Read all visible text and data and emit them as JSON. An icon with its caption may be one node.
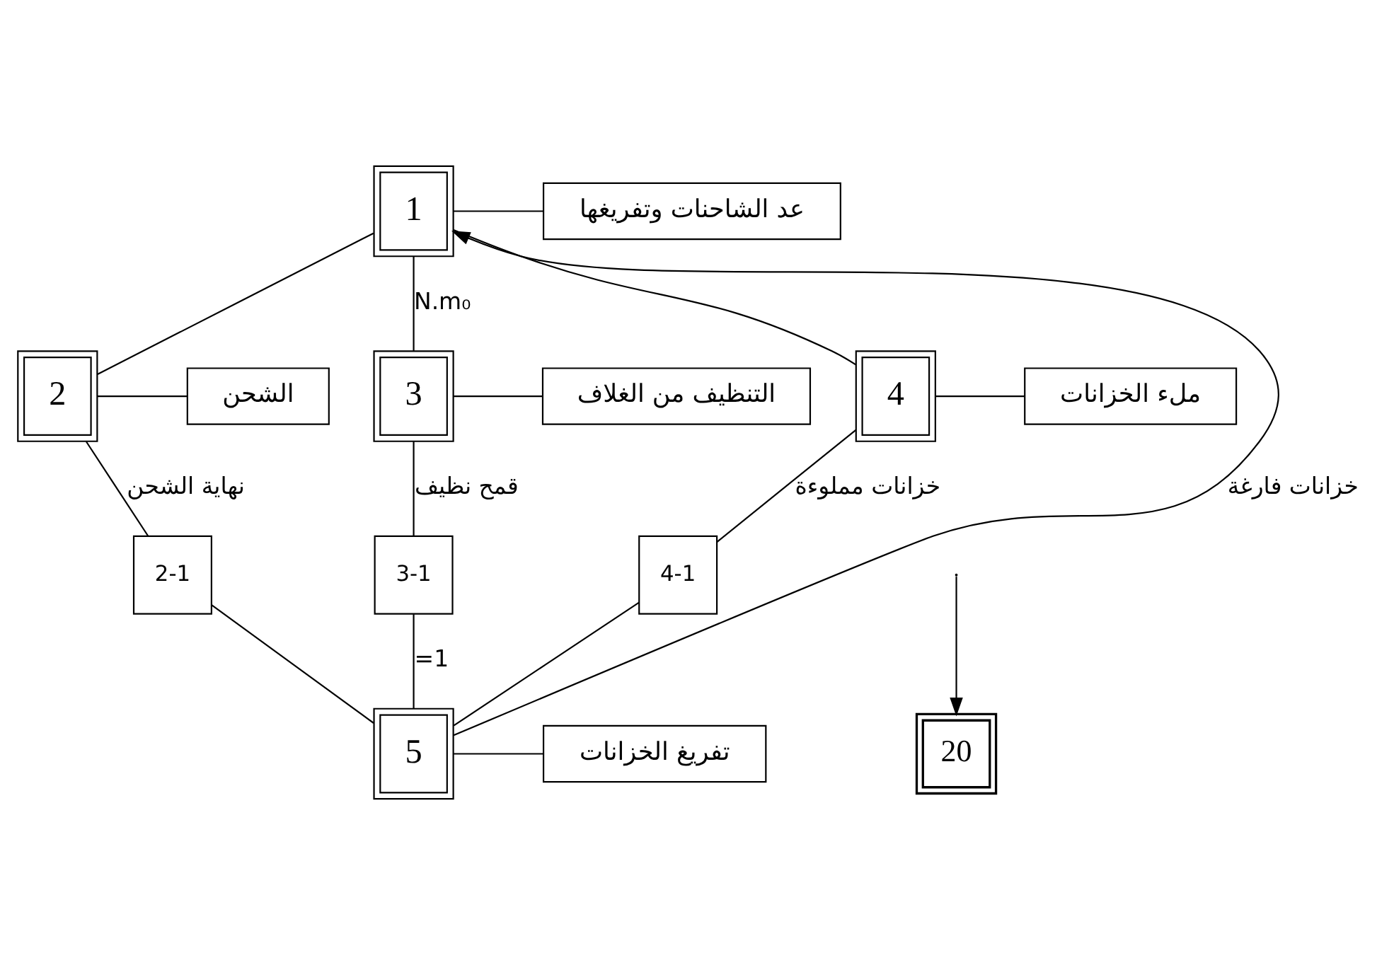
{
  "diagram": {
    "nodes": [
      {
        "text": [
          "1"
        ]
      },
      {
        "text": [
          "عد الشاحنات وتفريغها"
        ]
      },
      {
        "text": [
          "2"
        ]
      },
      {
        "text": [
          "الشحن"
        ]
      },
      {
        "text": [
          "3"
        ]
      },
      {
        "text": [
          "التنظيف من الغلاف"
        ]
      },
      {
        "text": [
          "4"
        ]
      },
      {
        "text": [
          "ملء الخزانات"
        ]
      },
      {
        "text": [
          "2-1"
        ]
      },
      {
        "text": [
          "3-1"
        ]
      },
      {
        "text": [
          "4-1"
        ]
      },
      {
        "text": [
          "5"
        ]
      },
      {
        "text": [
          "تفريغ الخزانات"
        ]
      },
      {
        "text": [
          "20"
        ]
      }
    ],
    "edges": [
      {
        "from": 0,
        "to": 1,
        "arrow": "none"
      },
      {
        "from": 0,
        "to": 2,
        "arrow": "none"
      },
      {
        "from": 0,
        "to": 4,
        "arrow": "none",
        "label": "N.m₀"
      },
      {
        "from": 0,
        "to": 6,
        "arrow": "none"
      },
      {
        "from": 2,
        "to": 3,
        "arrow": "none"
      },
      {
        "from": 4,
        "to": 5,
        "arrow": "none"
      },
      {
        "from": 6,
        "to": 7,
        "arrow": "none"
      },
      {
        "from": 2,
        "to": 8,
        "arrow": "none",
        "label": "نهاية الشحن"
      },
      {
        "from": 4,
        "to": 9,
        "arrow": "none",
        "label": "قمح نظيف"
      },
      {
        "from": 6,
        "to": 10,
        "arrow": "none",
        "label": "خزانات مملوءة"
      },
      {
        "from": 8,
        "to": 11,
        "arrow": "none"
      },
      {
        "from": 9,
        "to": 11,
        "arrow": "none",
        "label": "=1"
      },
      {
        "from": 10,
        "to": 11,
        "arrow": "none"
      },
      {
        "from": 11,
        "to": 12,
        "arrow": "none"
      },
      {
        "from": 11,
        "to": 0,
        "arrow": "to",
        "label": "خزانات فارغة"
      },
      {
        "from": null,
        "to": 13,
        "arrow": "to"
      }
    ]
  }
}
